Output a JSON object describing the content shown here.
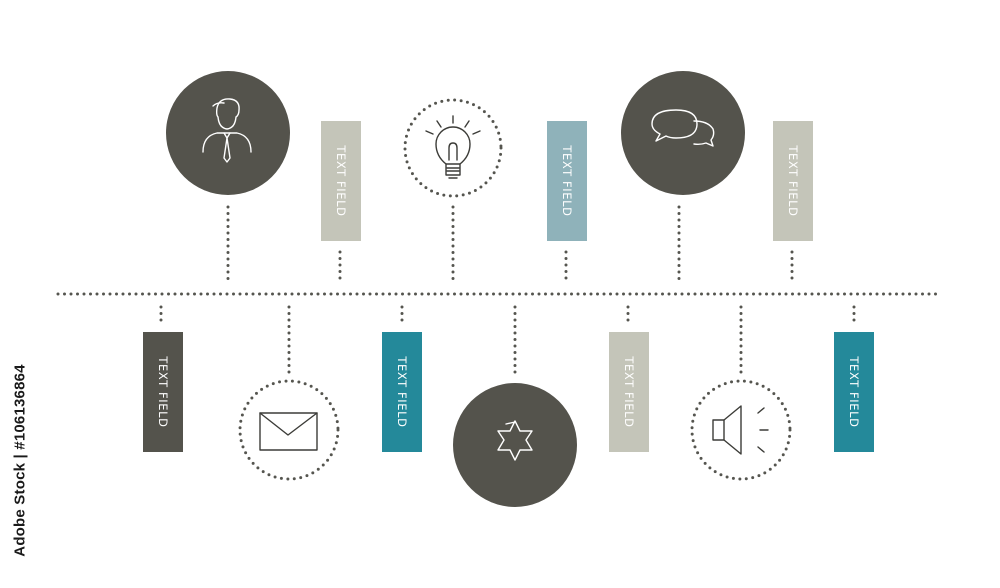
{
  "fields": [
    {
      "label": "TEXT FIELD",
      "color": "#c4c5b9"
    },
    {
      "label": "TEXT FIELD",
      "color": "#8fb2ba"
    },
    {
      "label": "TEXT FIELD",
      "color": "#c4c5b9"
    },
    {
      "label": "TEXT FIELD",
      "color": "#54534c"
    },
    {
      "label": "TEXT FIELD",
      "color": "#24899a"
    },
    {
      "label": "TEXT FIELD",
      "color": "#c4c5b9"
    },
    {
      "label": "TEXT FIELD",
      "color": "#24899a"
    }
  ],
  "icons": [
    "person-icon",
    "lightbulb-icon",
    "speech-bubbles-icon",
    "envelope-icon",
    "star-icon",
    "speaker-icon"
  ],
  "colors": {
    "dark": "#54534c",
    "dots": "#55554f",
    "icon_line": "#ffffff"
  },
  "side_label": "Adobe Stock | #106136864"
}
